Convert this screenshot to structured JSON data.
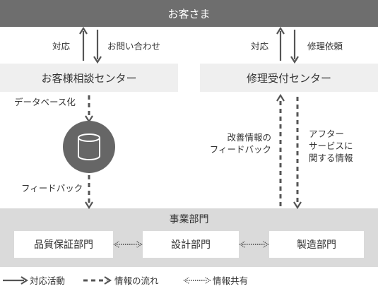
{
  "top": {
    "title": "お客さま"
  },
  "left_column": {
    "up_label": "対応",
    "down_label": "お問い合わせ",
    "center": "お客様相談センター",
    "database_label": "データベース化",
    "feedback_label": "フィードバック"
  },
  "right_column": {
    "up_label": "対応",
    "down_label": "修理依頼",
    "center": "修理受付センター",
    "improvement_label": [
      "改善情報の",
      "フィードバック"
    ],
    "aftersales_label": [
      "アフター",
      "サービスに",
      "関する情報"
    ]
  },
  "departments": {
    "title": "事業部門",
    "items": [
      "品質保証部門",
      "設計部門",
      "製造部門"
    ]
  },
  "legend": {
    "items": [
      "対応活動",
      "情報の流れ",
      "情報共有"
    ]
  },
  "colors": {
    "dark_gray": "#6e6e6e",
    "line_gray": "#555555",
    "light_panel": "#efefef",
    "dept_panel": "#dadada"
  }
}
